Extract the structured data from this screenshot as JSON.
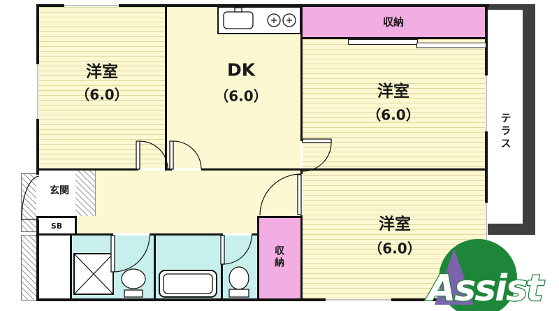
{
  "rooms": {
    "top_left": {
      "name": "洋室",
      "size": "（6.0）"
    },
    "dk": {
      "name": "DK",
      "size": "（6.0）"
    },
    "top_right": {
      "name": "洋室",
      "size": "（6.0）"
    },
    "bottom_right": {
      "name": "洋室",
      "size": "（6.0）"
    }
  },
  "labels": {
    "closet_top": "収納",
    "closet_bottom": "収納",
    "entrance": "玄関",
    "shoe_box": "SB",
    "terrace": "テラス"
  },
  "fixtures": {
    "kitchen": "kitchen-sink-and-stove-icon",
    "washer_pan": "washing-machine-pan-icon",
    "basin": "wash-basin-icon",
    "bathtub": "bathtub-icon",
    "toilet": "toilet-icon"
  },
  "logo": {
    "text": "Assist"
  },
  "colors": {
    "wall": "#141414",
    "floor": "#FBF8D2",
    "floor_line": "#DFDA9E",
    "closet": "#F2AEE2",
    "wet": "#C7F0ED",
    "terrace_band": "#3F3F3D",
    "hatch_gray": "#9a9a9a",
    "logo_green": "#1E8638",
    "logo_purple": "#7B63AE"
  }
}
